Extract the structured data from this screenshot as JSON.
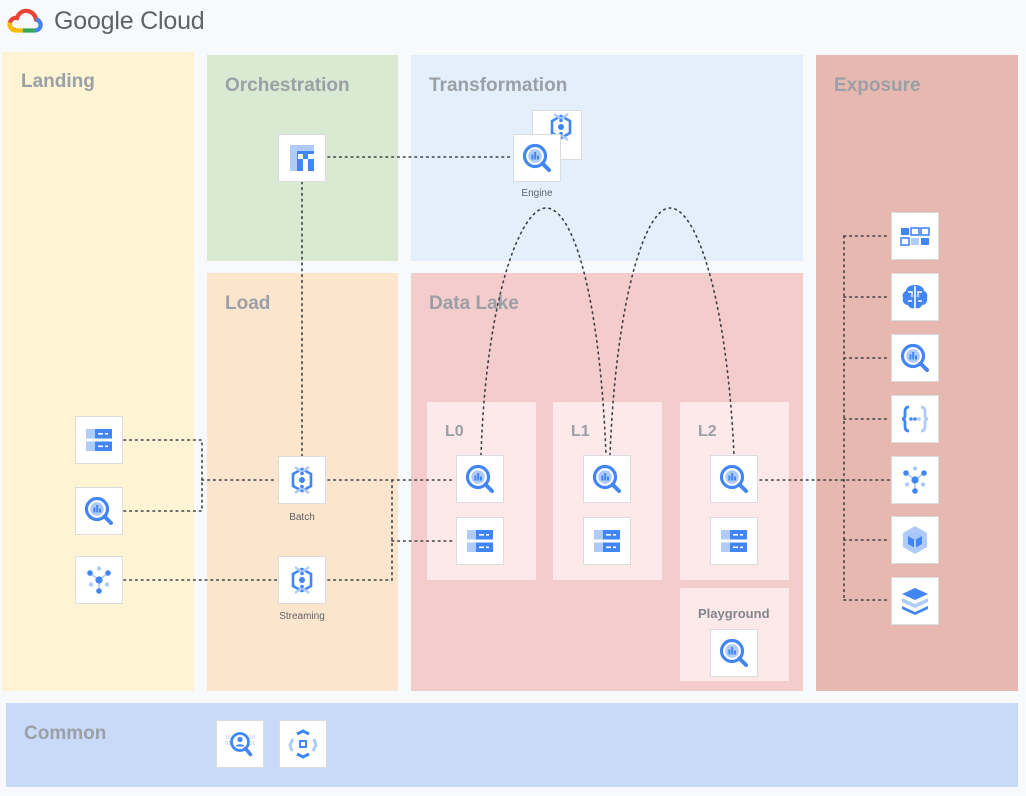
{
  "brand": {
    "name": "Google Cloud",
    "logo_icon": "google-cloud-logo-icon"
  },
  "colors": {
    "landing": "#fef3d3",
    "orchestration": "#d9ead3",
    "transformation": "#e3f0fc",
    "load": "#fce5cd",
    "datalake": "#f4cccc",
    "exposure": "#e6b8af",
    "common": "#c9daf8",
    "icon_blue": "#4285f4",
    "icon_light_blue": "#aecbfa",
    "connector": "#3c4043"
  },
  "zones": {
    "landing": "Landing",
    "orchestration": "Orchestration",
    "transformation": "Transformation",
    "load": "Load",
    "datalake": "Data Lake",
    "exposure": "Exposure",
    "common": "Common"
  },
  "layers": {
    "l0": "L0",
    "l1": "L1",
    "l2": "L2",
    "playground": "Playground"
  },
  "captions": {
    "engine": "Engine",
    "batch": "Batch",
    "streaming": "Streaming"
  },
  "icons": {
    "orchestration": "composer-icon",
    "transformation_back": "dataflow-icon",
    "transformation_front": "bigquery-icon",
    "landing": [
      "cloud-storage-icon",
      "bigquery-icon",
      "pubsub-icon"
    ],
    "load": [
      "dataflow-icon",
      "dataflow-icon"
    ],
    "l0": [
      "bigquery-icon",
      "cloud-storage-icon"
    ],
    "l1": [
      "bigquery-icon",
      "cloud-storage-icon"
    ],
    "l2": [
      "bigquery-icon",
      "cloud-storage-icon"
    ],
    "playground": "bigquery-icon",
    "exposure": [
      "looker-icon",
      "vertex-ai-icon",
      "bigquery-icon",
      "api-icon",
      "pubsub-icon",
      "kubernetes-icon",
      "bigtable-icon"
    ],
    "common": [
      "data-catalog-icon",
      "dlp-icon"
    ]
  }
}
